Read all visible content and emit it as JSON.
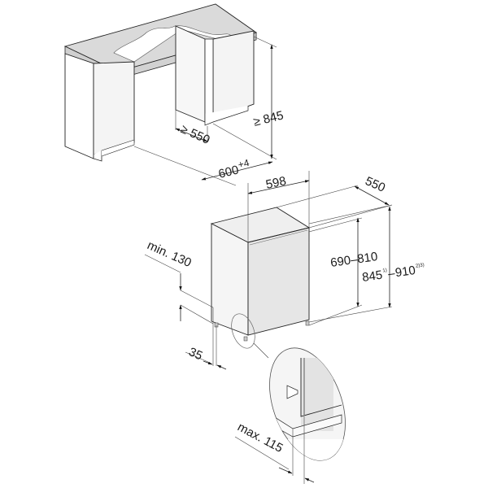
{
  "diagram": {
    "type": "installation-dimensions",
    "units": "mm",
    "niche": {
      "height_label": "≥ 845",
      "depth_label": "≥ 550",
      "width_label": "600",
      "width_tolerance": "+4"
    },
    "appliance": {
      "width_label": "598",
      "depth_label": "550",
      "body_height_label": "690–810",
      "total_height_label_main": "845",
      "total_height_footnote_1": "1)",
      "total_height_separator": "–",
      "total_height_label_max": "910",
      "total_height_footnote_2": "2)3)"
    },
    "plinth": {
      "min_height_label": "min. 130",
      "setback_label": "35"
    },
    "detail": {
      "overhang_label": "max. 115"
    }
  },
  "colors": {
    "line": "#222222",
    "panel_light": "#f2f2f2",
    "panel_mid": "#e6e6e6",
    "countertop": "#d9d9d9",
    "door_panel": "#e8e8e8"
  }
}
